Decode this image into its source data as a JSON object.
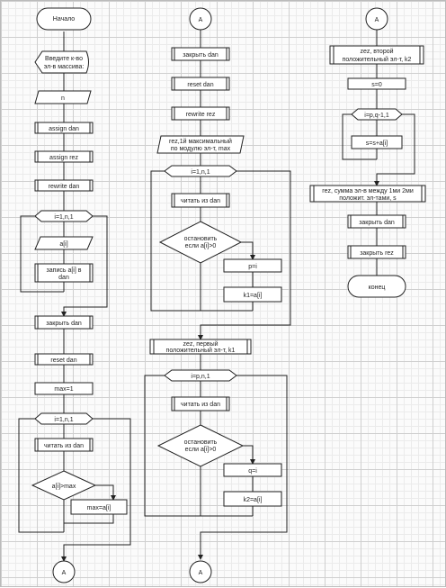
{
  "col1": {
    "start": "Начало",
    "input_prompt": [
      "Введите к-во",
      "эл-в массива:"
    ],
    "input_n": "n",
    "assign_dan": "assign dan",
    "assign_rez": "assign rez",
    "rewrite_dan": "rewrite dan",
    "loop1": "i=1,n,1",
    "input_ai": "a[i]",
    "write_ai": [
      "запись a[i] в",
      "dan"
    ],
    "close_dan": "закрыть dan",
    "reset_dan": "reset dan",
    "max_init": "max=1",
    "loop2": "i=1,n,1",
    "read_dan": "читать из dan",
    "cond": "a[i]>max",
    "assign_max": "max=a[i]",
    "connector": "A"
  },
  "col2": {
    "connector_top": "A",
    "close_dan": "закрыть dan",
    "reset_dan": "reset dan",
    "rewrite_rez": "rewrite rez",
    "rez_max": [
      "rez,1й максимальный",
      "по модулю эл-т, max"
    ],
    "loop1": "i=1,n,1",
    "read_dan1": "читать из dan",
    "stop1": [
      "остановить",
      "если a[i]>0"
    ],
    "p_assign": "p=i",
    "k1_assign": "k1=a[i]",
    "rez_first": [
      "zez, первый",
      "положительный эл-т, k1"
    ],
    "loop2": "i=p,n,1",
    "read_dan2": "читать из dan",
    "stop2": [
      "остановить",
      "если a[i]>0"
    ],
    "q_assign": "q=i",
    "k2_assign": "k2=a[i]",
    "connector_bottom": "A"
  },
  "col3": {
    "connector_top": "A",
    "rez_second": [
      "zez, второй",
      "положительный эл-т, k2"
    ],
    "s_init": "s=0",
    "loop": "i=p,q-1,1",
    "s_sum": "s=s+a[i]",
    "rez_sum": [
      "rez, сумма эл-в между 1ми 2ми",
      "положит. эл-тами, s"
    ],
    "close_dan": "закрыть dan",
    "close_rez": "закрыть rez",
    "end": "конец"
  }
}
